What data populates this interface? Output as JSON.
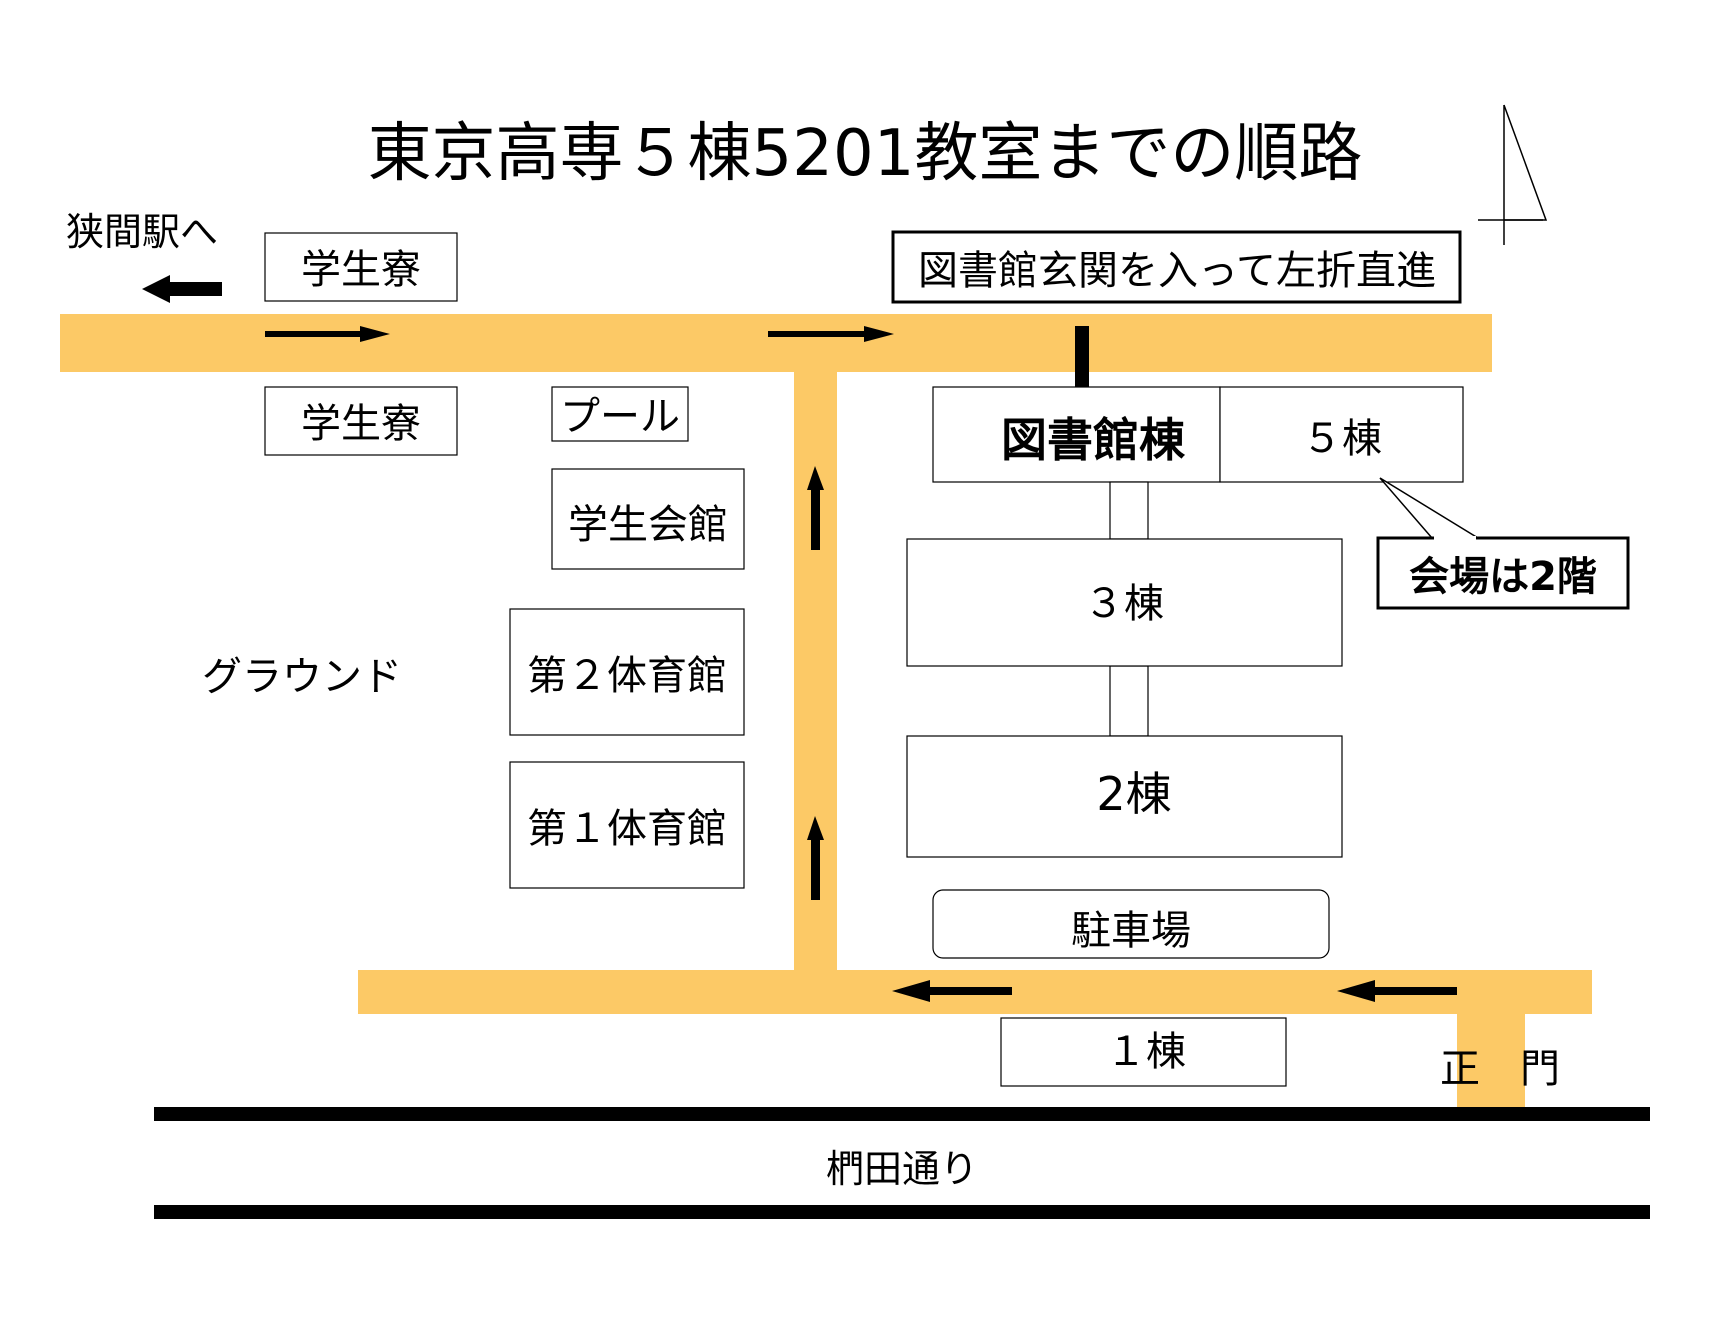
{
  "title": "東京高専５棟5201教室までの順路",
  "colors": {
    "road": "#FCC966",
    "ink": "#000000",
    "background": "#FFFFFF"
  },
  "labels": {
    "sayama_station": "狭間駅へ",
    "dorm_north": "学生寮",
    "dorm_south": "学生寮",
    "pool": "プール",
    "student_hall": "学生会館",
    "ground": "グラウンド",
    "gym2": "第２体育館",
    "gym1": "第１体育館",
    "instruction": "図書館玄関を入って左折直進",
    "library_building": "図書館棟",
    "building5": "５棟",
    "venue_note": "会場は2階",
    "building3": "３棟",
    "building2": "2棟",
    "parking": "駐車場",
    "building1": "１棟",
    "main_gate": "正　門",
    "street": "椚田通り"
  },
  "icons": {
    "north_arrow": "north-arrow-icon",
    "direction_arrows": "arrow-icon"
  }
}
